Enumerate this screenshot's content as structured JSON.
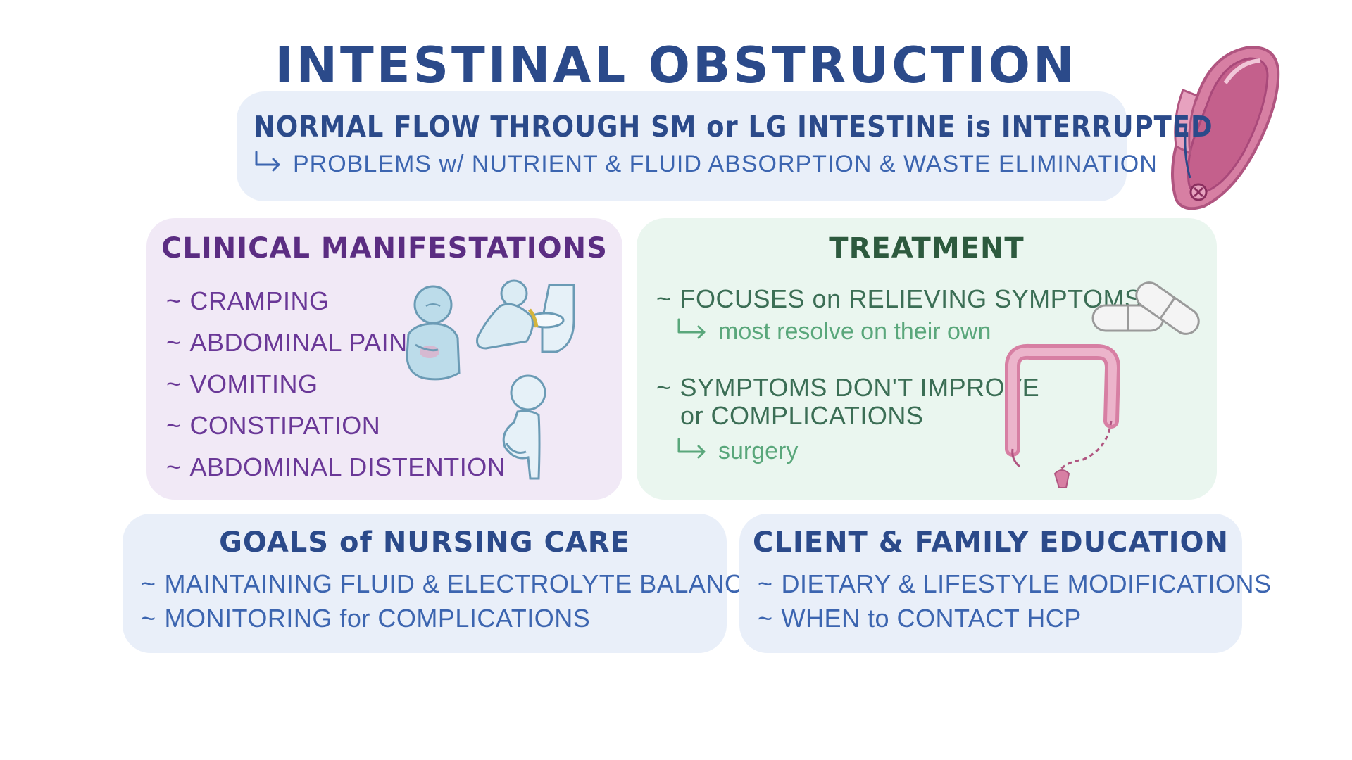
{
  "title": "INTESTINAL OBSTRUCTION",
  "definition": {
    "line1": "NORMAL FLOW THROUGH SM or LG INTESTINE is INTERRUPTED",
    "line2": "PROBLEMS w/ NUTRIENT & FLUID ABSORPTION & WASTE ELIMINATION"
  },
  "clinical": {
    "title": "CLINICAL MANIFESTATIONS",
    "items": [
      "CRAMPING",
      "ABDOMINAL PAIN",
      "VOMITING",
      "CONSTIPATION",
      "ABDOMINAL DISTENTION"
    ]
  },
  "treatment": {
    "title": "TREATMENT",
    "item1": "FOCUSES on RELIEVING SYMPTOMS",
    "item1_sub": "most resolve on their own",
    "item2_line1": "SYMPTOMS DON'T IMPROVE",
    "item2_line2": "or COMPLICATIONS",
    "item2_sub": "surgery"
  },
  "goals": {
    "title": "GOALS of NURSING CARE",
    "items": [
      "MAINTAINING FLUID & ELECTROLYTE BALANCE",
      "MONITORING for COMPLICATIONS"
    ]
  },
  "education": {
    "title": "CLIENT & FAMILY EDUCATION",
    "items": [
      "DIETARY & LIFESTYLE MODIFICATIONS",
      "WHEN to CONTACT HCP"
    ]
  },
  "colors": {
    "navy": "#2b4a8a",
    "purple": "#5b2d82",
    "green": "#2d5a3e",
    "blue_box": "#e9eff9",
    "purple_box": "#f1e9f6",
    "green_box": "#eaf6ef"
  },
  "icons": [
    "intestine-obstruction-icon",
    "cramping-person-icon",
    "vomiting-person-icon",
    "distended-person-icon",
    "pills-icon",
    "large-intestine-icon",
    "return-arrow-icon"
  ]
}
